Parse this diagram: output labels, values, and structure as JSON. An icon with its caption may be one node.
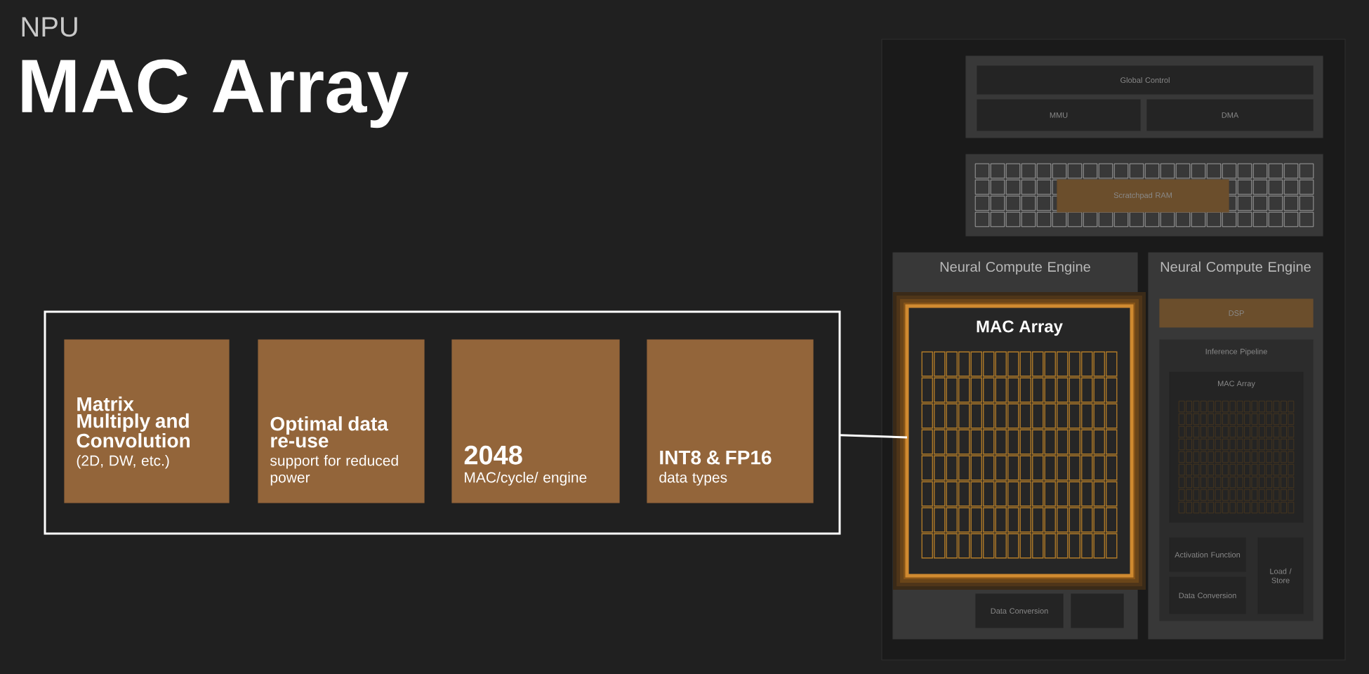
{
  "diagram": {
    "title": "MAC Array",
    "nodes": [
      {
        "text": [],
        "shape": "box"
      },
      {
        "text": [
          "Matrix Multiply and Convolution",
          "(2D, DW, etc.)"
        ],
        "in": 0
      },
      {
        "text": [
          "Optimal data re-use",
          "support for reduced power"
        ],
        "in": 0
      },
      {
        "text": [
          "2048",
          "MAC/cycle/ engine"
        ],
        "in": 0
      },
      {
        "text": [
          "INT8 & FP16",
          "data types"
        ],
        "in": 0
      },
      {
        "text": [],
        "shape": "box"
      },
      {
        "text": [],
        "shape": "box",
        "in": 5
      },
      {
        "text": [
          "Global Control"
        ],
        "in": 6
      },
      {
        "text": [
          "MMU"
        ],
        "in": 6
      },
      {
        "text": [
          "DMA"
        ],
        "in": 6
      },
      {
        "text": [],
        "shape": "box",
        "in": 5
      },
      {
        "text": [
          "Scratchpad RAM"
        ],
        "in": 10
      },
      {
        "text": [
          "Neural Compute Engine"
        ],
        "in": 5
      },
      {
        "text": [
          "Data Conversion"
        ],
        "in": 12
      },
      {
        "text": [],
        "shape": "box",
        "in": 12
      },
      {
        "text": [
          "MAC Array"
        ],
        "in": 12
      },
      {
        "text": [
          "Neural Compute Engine"
        ],
        "in": 5
      },
      {
        "text": [
          "DSP"
        ],
        "in": 16
      },
      {
        "text": [
          "Inference Pipeline"
        ],
        "in": 16
      },
      {
        "text": [
          "MAC Array"
        ],
        "in": 18
      },
      {
        "text": [
          "Activation Function"
        ],
        "in": 18
      },
      {
        "text": [
          "Data Conversion"
        ],
        "in": 18
      },
      {
        "text": [
          "Load / Store"
        ],
        "in": 18
      }
    ],
    "edges": [
      {
        "from": 0,
        "to": 15,
        "arrow": "none"
      }
    ],
    "labels": [
      "NPU"
    ]
  }
}
